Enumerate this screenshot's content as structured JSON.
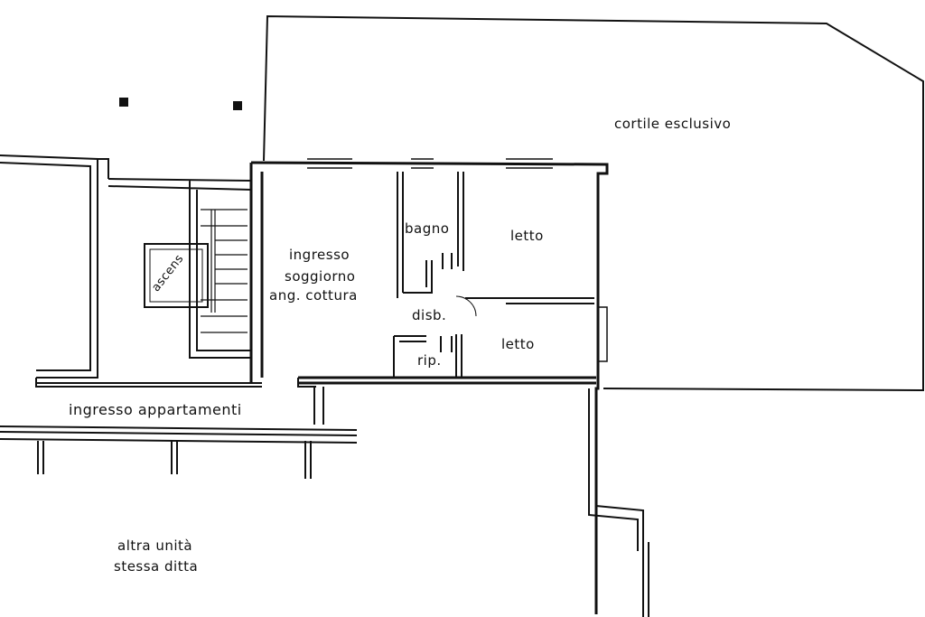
{
  "labels": {
    "cortile": "cortile esclusivo",
    "bagno": "bagno",
    "letto_top": "letto",
    "letto_bottom": "letto",
    "ingresso_l1": "ingresso",
    "ingresso_l2": "soggiorno",
    "ingresso_l3": "ang. cottura",
    "disb": "disb.",
    "rip": "rip.",
    "ascens": "ascens",
    "ingresso_app": "ingresso appartamenti",
    "altra_l1": "altra unità",
    "altra_l2": "stessa ditta"
  },
  "colors": {
    "ink": "#111111",
    "background": "#ffffff"
  }
}
